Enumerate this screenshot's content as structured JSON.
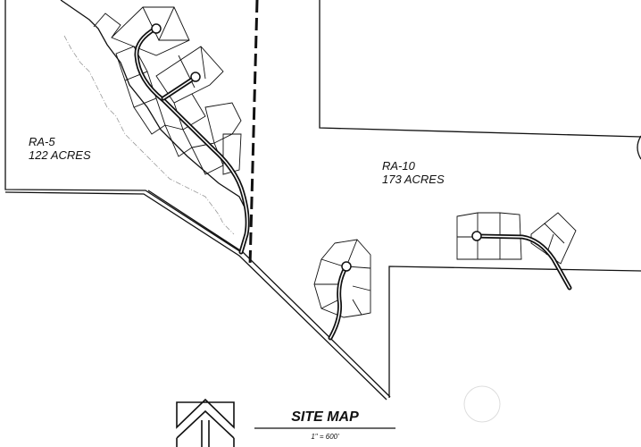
{
  "map": {
    "title": "SITE MAP",
    "scale": "1\" = 600'",
    "parcels": [
      {
        "zone": "RA-5",
        "area": "122 ACRES"
      },
      {
        "zone": "RA-10",
        "area": "173 ACRES"
      }
    ],
    "icons": [
      "north-arrow-icon"
    ],
    "colors": {
      "ink": "#111111",
      "contour": "#999999"
    }
  }
}
